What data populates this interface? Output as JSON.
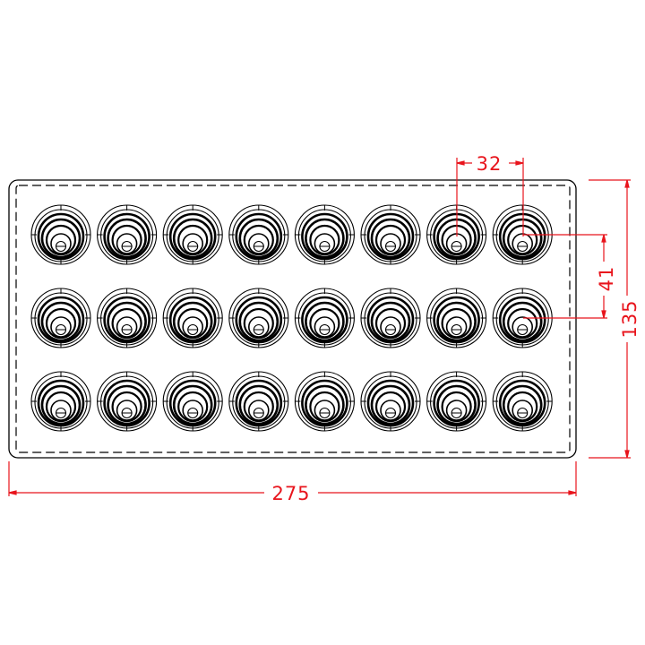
{
  "drawing": {
    "rows": 3,
    "columns": 8,
    "line_color": "#000000",
    "dimension_color": "#e8141c"
  },
  "dimensions": {
    "pitch_x": "32",
    "pitch_y": "41",
    "height": "135",
    "width": "275"
  }
}
